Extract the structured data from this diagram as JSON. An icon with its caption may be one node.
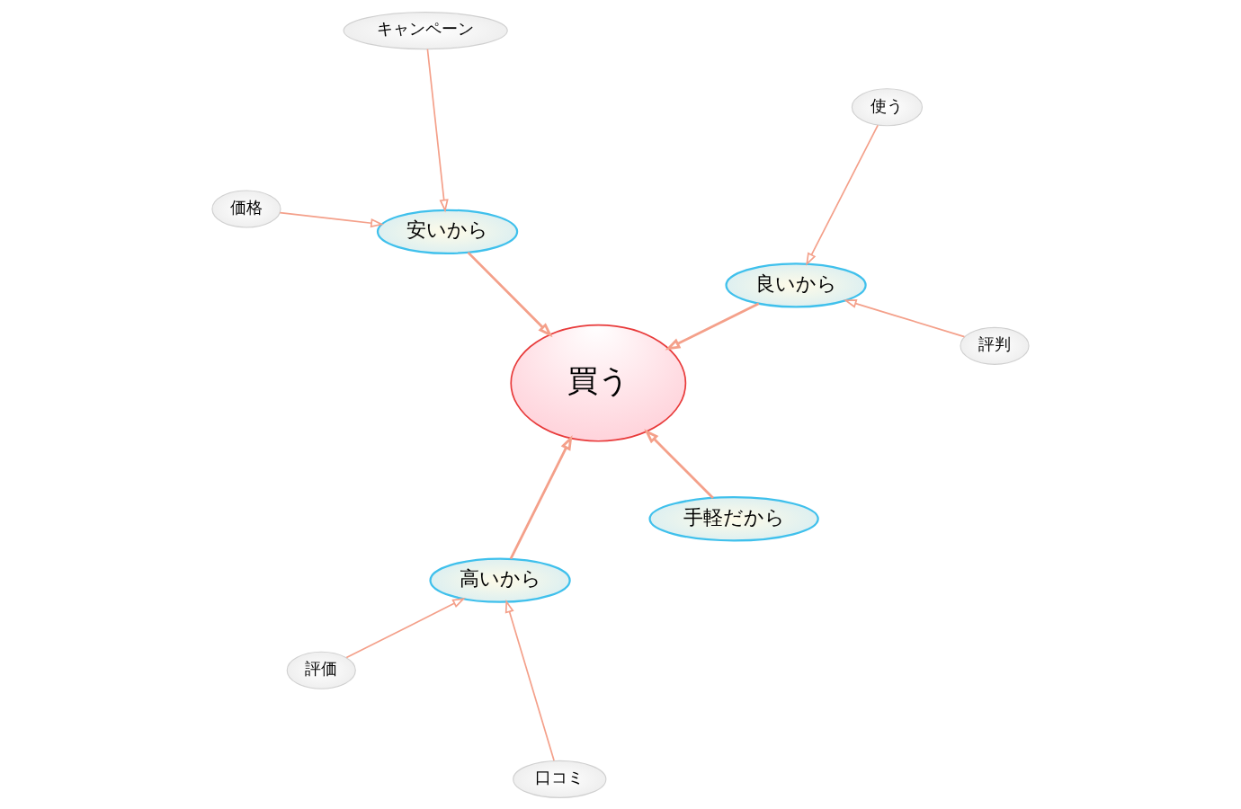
{
  "diagram": {
    "nodes": [
      {
        "text": [
          "買う"
        ]
      },
      {
        "text": [
          "使う"
        ]
      },
      {
        "text": [
          "評判"
        ]
      },
      {
        "text": [
          "良いから"
        ]
      },
      {
        "text": [
          "キャンペーン"
        ]
      },
      {
        "text": [
          "安いから"
        ]
      },
      {
        "text": [
          "評価"
        ]
      },
      {
        "text": [
          "高いから"
        ]
      },
      {
        "text": [
          "価格"
        ]
      },
      {
        "text": [
          "口コミ"
        ]
      },
      {
        "text": [
          "手軽だから"
        ]
      }
    ],
    "edges": [
      {
        "from": 1,
        "to": 3,
        "arrow": "to"
      },
      {
        "from": 2,
        "to": 3,
        "arrow": "to"
      },
      {
        "from": 3,
        "to": 0,
        "arrow": "to"
      },
      {
        "from": 4,
        "to": 5,
        "arrow": "to"
      },
      {
        "from": 5,
        "to": 0,
        "arrow": "to"
      },
      {
        "from": 8,
        "to": 5,
        "arrow": "to"
      },
      {
        "from": 6,
        "to": 7,
        "arrow": "to"
      },
      {
        "from": 7,
        "to": 0,
        "arrow": "to"
      },
      {
        "from": 9,
        "to": 7,
        "arrow": "to"
      },
      {
        "from": 10,
        "to": 0,
        "arrow": "to"
      }
    ]
  }
}
